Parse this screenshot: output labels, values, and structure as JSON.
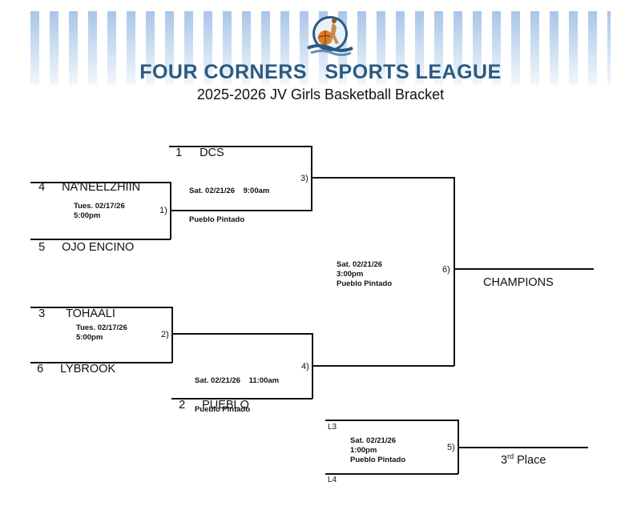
{
  "header": {
    "title": "FOUR CORNERS   SPORTS LEAGUE",
    "subtitle": "2025-2026 JV Girls Basketball Bracket",
    "title_color": "#2b5a80",
    "stripe_color": "#a9c6e8"
  },
  "teams": {
    "t1": {
      "seed": "1",
      "name": "DCS"
    },
    "t4": {
      "seed": "4",
      "name": "NA’NEELZHIIN"
    },
    "t5": {
      "seed": "5",
      "name": "OJO ENCINO"
    },
    "t3": {
      "seed": "3",
      "name": "TOHAALI"
    },
    "t6": {
      "seed": "6",
      "name": "LYBROOK"
    },
    "t2": {
      "seed": "2",
      "name": "PUEBLO"
    }
  },
  "games": {
    "g1": {
      "num": "1)",
      "date": "Tues. 02/17/26",
      "time": "5:00pm"
    },
    "g2": {
      "num": "2)",
      "date": "Tues. 02/17/26",
      "time": "5:00pm"
    },
    "g3": {
      "num": "3)",
      "datetime": "Sat. 02/21/26    9:00am",
      "location": "Pueblo Pintado"
    },
    "g4": {
      "num": "4)",
      "datetime": "Sat. 02/21/26    11:00am",
      "location": "Pueblo Pintado"
    },
    "g5": {
      "num": "5)",
      "date": "Sat. 02/21/26",
      "time": "1:00pm",
      "location": "Pueblo Pintado"
    },
    "g6": {
      "num": "6)",
      "date": "Sat. 02/21/26",
      "time": "3:00pm",
      "location": "Pueblo Pintado"
    }
  },
  "results": {
    "champions": "CHAMPIONS",
    "third_place_prefix": "3",
    "third_place_sup": "rd",
    "third_place_suffix": " Place"
  },
  "losers": {
    "l3": "L3",
    "l4": "L4"
  }
}
